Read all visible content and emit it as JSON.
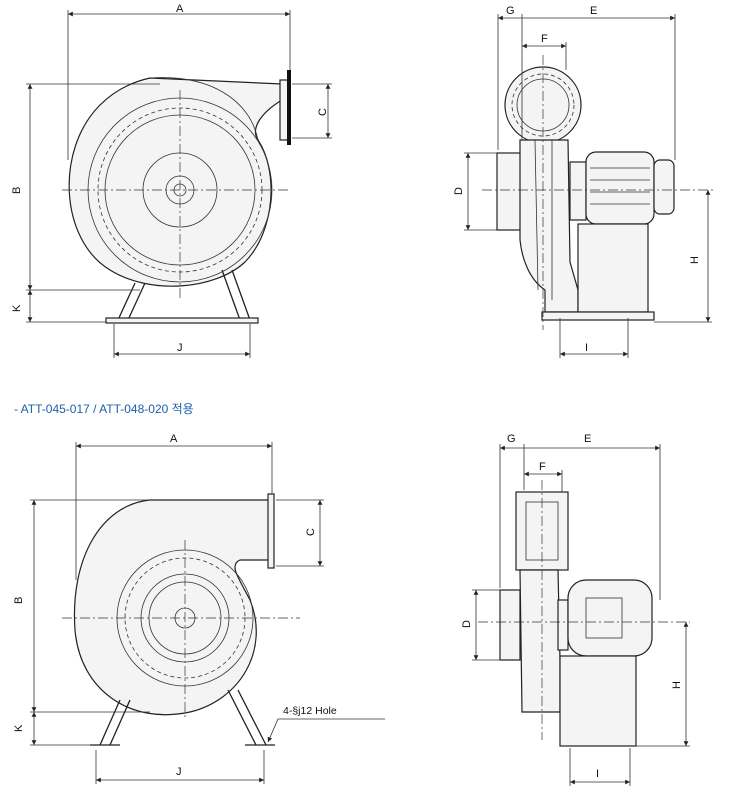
{
  "caption": "- ATT-045-017 / ATT-048-020 적용",
  "top_front": {
    "A": "A",
    "B": "B",
    "C": "C",
    "K": "K",
    "J": "J"
  },
  "top_side": {
    "G": "G",
    "E": "E",
    "F": "F",
    "D": "D",
    "H": "H",
    "I": "I"
  },
  "bottom_front": {
    "A": "A",
    "B": "B",
    "C": "C",
    "K": "K",
    "J": "J",
    "hole_note": "4-§j12 Hole"
  },
  "bottom_side": {
    "G": "G",
    "E": "E",
    "F": "F",
    "D": "D",
    "H": "H",
    "I": "I"
  }
}
